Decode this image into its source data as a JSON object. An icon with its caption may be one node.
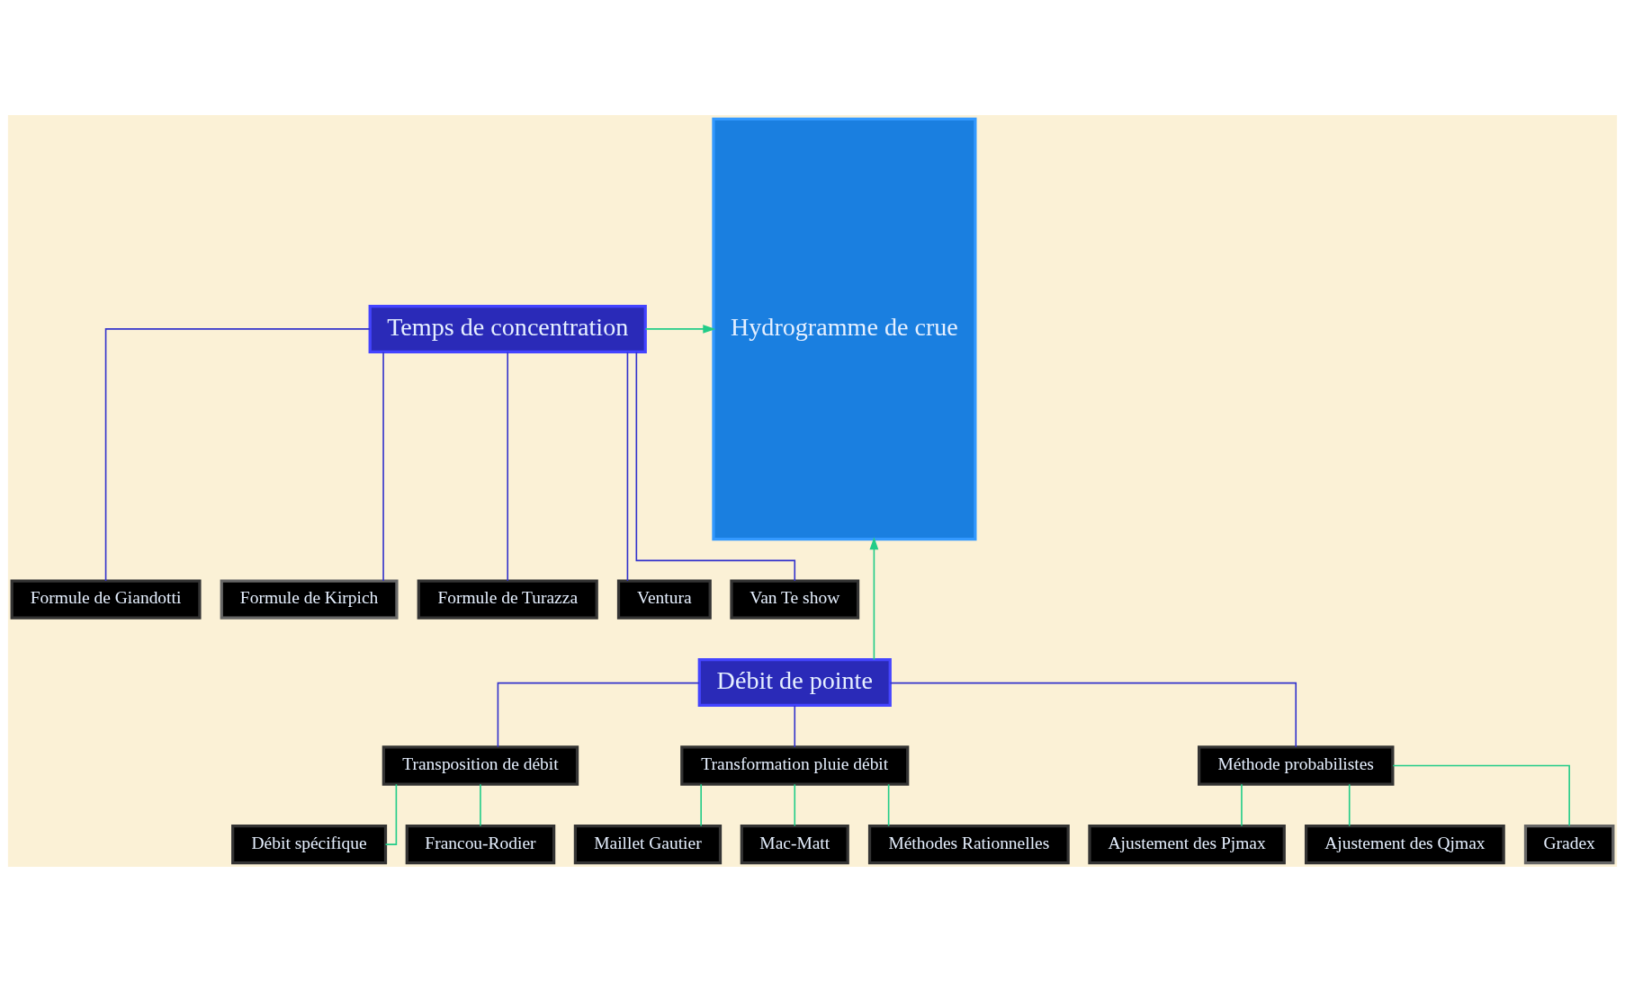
{
  "diagram": {
    "nodes": [
      {
        "text": [
          "Temps de concentration"
        ]
      },
      {
        "text": [
          "Formule de Giandotti"
        ]
      },
      {
        "text": [
          "Formule de Kirpich"
        ]
      },
      {
        "text": [
          "Formule de Turazza"
        ]
      },
      {
        "text": [
          "Ventura"
        ]
      },
      {
        "text": [
          "Van Te show"
        ]
      },
      {
        "text": [
          "Débit de pointe"
        ]
      },
      {
        "text": [
          "Transposition de débit"
        ]
      },
      {
        "text": [
          "Transformation pluie débit"
        ]
      },
      {
        "text": [
          "Méthode probabilistes"
        ]
      },
      {
        "text": [
          "Débit spécifique"
        ]
      },
      {
        "text": [
          "Francou-Rodier"
        ]
      },
      {
        "text": [
          "Maillet Gautier"
        ]
      },
      {
        "text": [
          "Mac-Matt"
        ]
      },
      {
        "text": [
          "Méthodes Rationnelles"
        ]
      },
      {
        "text": [
          "Ajustement des Pjmax"
        ]
      },
      {
        "text": [
          "Ajustement des Qjmax"
        ]
      },
      {
        "text": [
          "Gradex"
        ]
      },
      {
        "text": [
          "Hydrogramme de crue"
        ]
      }
    ],
    "edges": [
      {
        "from": 0,
        "to": 1,
        "arrow": "none",
        "color": "#3333cc"
      },
      {
        "from": 0,
        "to": 2,
        "arrow": "none",
        "color": "#3333cc"
      },
      {
        "from": 0,
        "to": 3,
        "arrow": "none",
        "color": "#3333cc"
      },
      {
        "from": 0,
        "to": 4,
        "arrow": "none",
        "color": "#3333cc"
      },
      {
        "from": 0,
        "to": 5,
        "arrow": "none",
        "color": "#3333cc"
      },
      {
        "from": 0,
        "to": 18,
        "arrow": "to"
      },
      {
        "from": 6,
        "to": 18,
        "arrow": "to"
      },
      {
        "from": 6,
        "to": 7,
        "arrow": "none",
        "color": "#3333cc"
      },
      {
        "from": 6,
        "to": 8,
        "arrow": "none",
        "color": "#3333cc"
      },
      {
        "from": 6,
        "to": 9,
        "arrow": "none",
        "color": "#3333cc"
      },
      {
        "from": 7,
        "to": 10,
        "arrow": "none"
      },
      {
        "from": 7,
        "to": 11,
        "arrow": "none"
      },
      {
        "from": 8,
        "to": 12,
        "arrow": "none"
      },
      {
        "from": 8,
        "to": 13,
        "arrow": "none"
      },
      {
        "from": 8,
        "to": 14,
        "arrow": "none"
      },
      {
        "from": 9,
        "to": 15,
        "arrow": "none"
      },
      {
        "from": 9,
        "to": 16,
        "arrow": "none"
      },
      {
        "from": 9,
        "to": 17,
        "arrow": "none"
      }
    ]
  }
}
